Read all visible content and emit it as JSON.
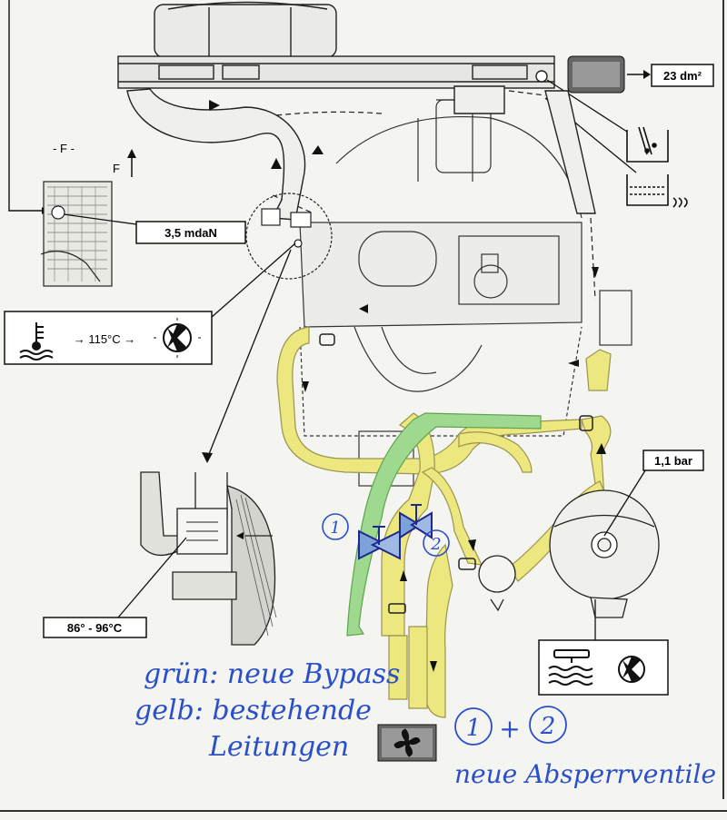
{
  "labels": {
    "filter_area": "23 dm²",
    "section_f": "- F -",
    "flow_f": "F",
    "torque": "3,5 mdaN",
    "temp_alarm": "→ 115°C →",
    "thermostat_range": "86° - 96°C",
    "pressure": "1,1 bar"
  },
  "markers": {
    "valve_1": "1",
    "valve_2": "2"
  },
  "handwriting": {
    "line1": "grün: neue Bypass",
    "line2": "gelb: bestehende",
    "line3": "Leitungen",
    "circled_1": "1",
    "plus": "+",
    "circled_2": "2",
    "footer": "neue Absperrventile"
  },
  "colors": {
    "yellow_hose": "#ece77e",
    "green_bypass": "#9fd98f",
    "ink_blue": "#2a4fc9",
    "line_art": "#222222",
    "paper": "#f4f4f1"
  },
  "icons": [
    "radiator-icon",
    "coolant-level-icon",
    "warning-lamp-icon",
    "fan-icon",
    "expansion-tank-icon",
    "water-bath-icon"
  ]
}
